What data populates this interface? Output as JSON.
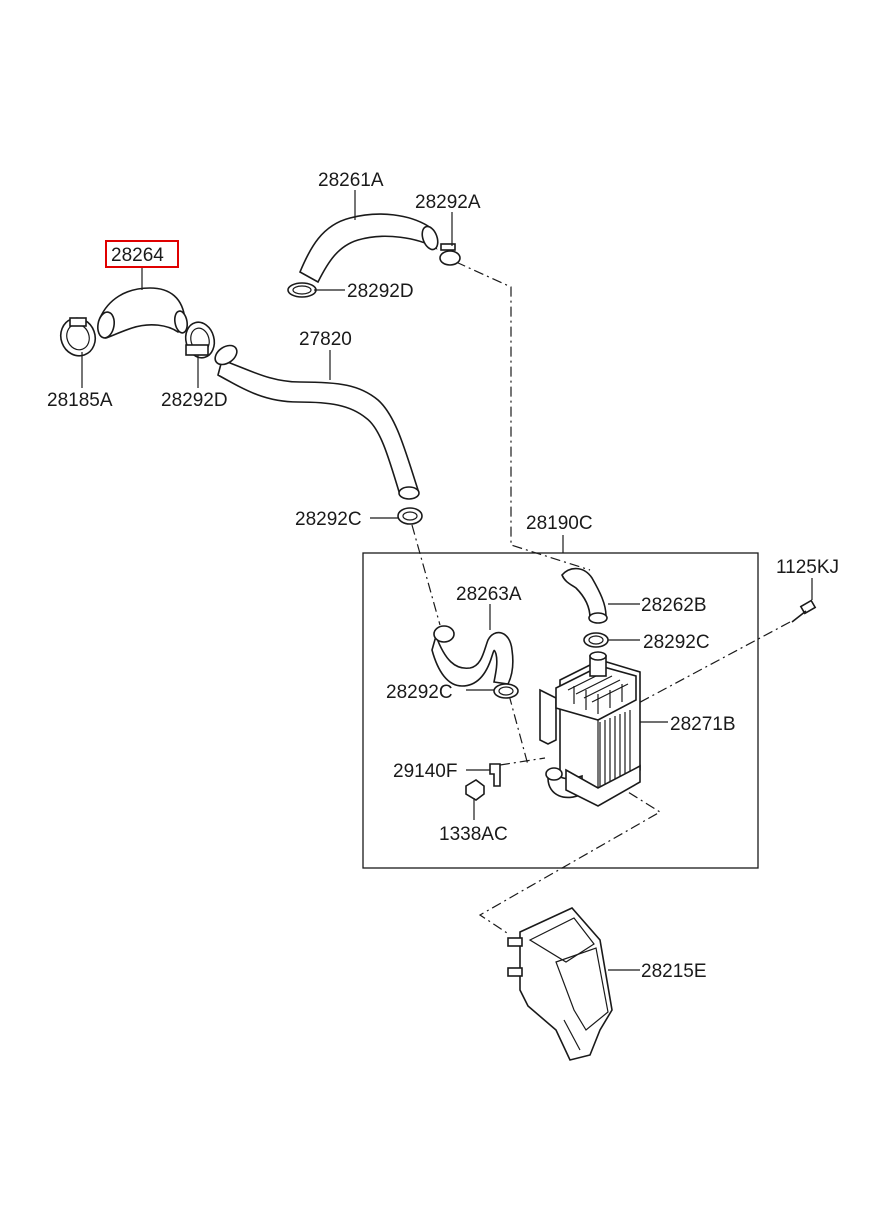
{
  "diagram": {
    "highlight_color": "#e00000",
    "line_color": "#1a1a1a",
    "labels": {
      "p28261A": "28261A",
      "p28292A": "28292A",
      "p28264": "28264",
      "p28292D_top": "28292D",
      "p28185A": "28185A",
      "p28292D_left": "28292D",
      "p27820": "27820",
      "p28292C_1": "28292C",
      "p28190C": "28190C",
      "p1125KJ": "1125KJ",
      "p28263A": "28263A",
      "p28262B": "28262B",
      "p28292C_2": "28292C",
      "p28292C_3": "28292C",
      "p28271B": "28271B",
      "p29140F": "29140F",
      "p1338AC": "1338AC",
      "p28215E": "28215E"
    },
    "highlighted_part": "28264"
  }
}
